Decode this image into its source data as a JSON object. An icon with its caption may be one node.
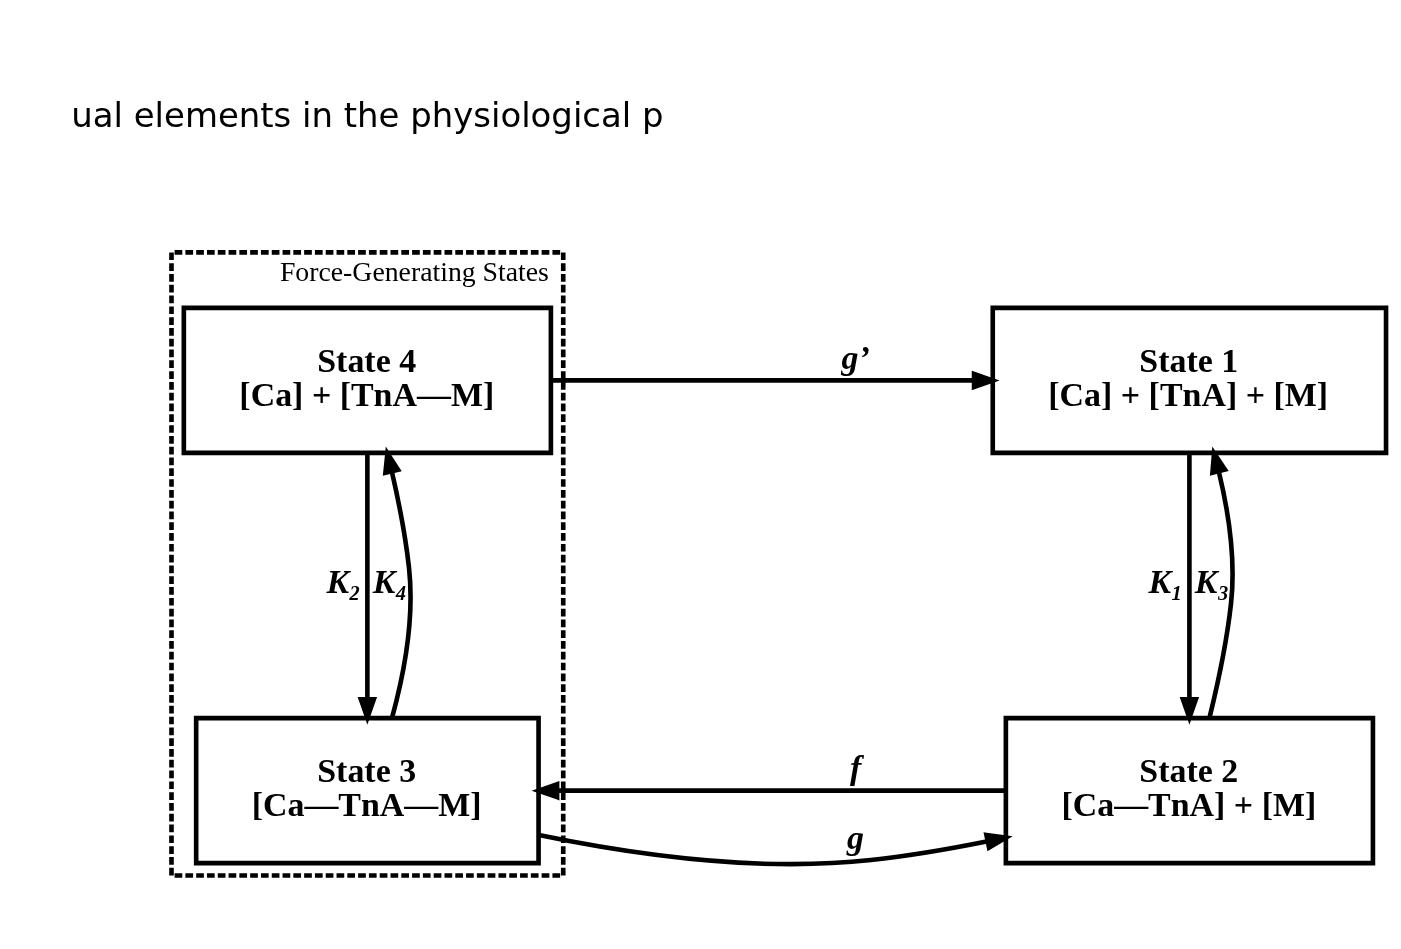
{
  "diagram": {
    "nodes": [
      {
        "text": [
          "State 1",
          "[Ca] + [TnA] + [M]"
        ]
      },
      {
        "text": [
          "Force-Generating States"
        ]
      },
      {
        "text": [
          "State 4",
          "[Ca] + [TnA—M]"
        ],
        "in": 1
      },
      {
        "text": [
          "State 2",
          "[Ca—TnA] + [M]"
        ]
      },
      {
        "text": [
          "State 3",
          "[Ca—TnA—M]"
        ],
        "in": 1
      }
    ],
    "edges": [
      {
        "from": 2,
        "to": 0,
        "arrow": "to",
        "label": "g’"
      },
      {
        "from": 0,
        "to": 3,
        "arrow": "to",
        "label": "K₁"
      },
      {
        "from": 3,
        "to": 0,
        "arrow": "to",
        "label": "K₃"
      },
      {
        "from": 2,
        "to": 4,
        "arrow": "to",
        "label": "K₂"
      },
      {
        "from": 4,
        "to": 2,
        "arrow": "to",
        "label": "K₄"
      },
      {
        "from": 3,
        "to": 4,
        "arrow": "to",
        "label": "f"
      },
      {
        "from": 4,
        "to": 3,
        "arrow": "to",
        "label": "g"
      }
    ],
    "labels": [
      "ual elements in the physiological p"
    ]
  }
}
